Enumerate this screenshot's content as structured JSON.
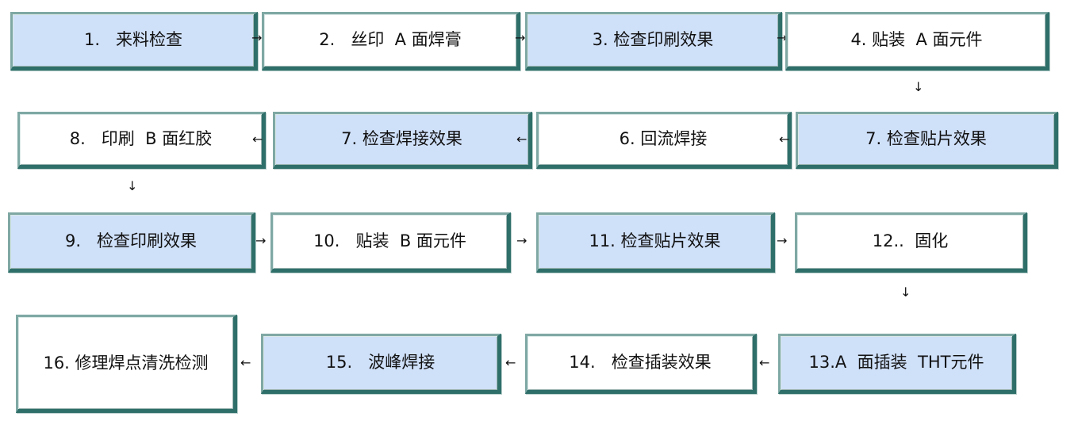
{
  "boxes": [
    {
      "id": "b1",
      "label": "1.   来料检查"
    },
    {
      "id": "b2",
      "label": "2.   丝印  A 面焊膏"
    },
    {
      "id": "b3",
      "label": "3. 检查印刷效果"
    },
    {
      "id": "b4",
      "label": "4. 贴装  A 面元件"
    },
    {
      "id": "b7a",
      "label": "7. 检查贴片效果"
    },
    {
      "id": "b6",
      "label": "6. 回流焊接"
    },
    {
      "id": "b7b",
      "label": "7. 检查焊接效果"
    },
    {
      "id": "b8",
      "label": "8.   印刷  B 面红胶"
    },
    {
      "id": "b9",
      "label": "9.   检查印刷效果"
    },
    {
      "id": "b10",
      "label": "10.   贴装  B 面元件"
    },
    {
      "id": "b11",
      "label": "11. 检查贴片效果"
    },
    {
      "id": "b12",
      "label": "12..  固化"
    },
    {
      "id": "b13",
      "label": "13.A  面插装  THT元件"
    },
    {
      "id": "b14",
      "label": "14.   检查插装效果"
    },
    {
      "id": "b15",
      "label": "15.   波峰焊接"
    },
    {
      "id": "b16",
      "label": "16. 修理焊点清洗检测"
    }
  ],
  "arrows": {
    "right": "→",
    "left": "←",
    "down": "↓"
  },
  "colors": {
    "highlight_fill": "#cfe0f9",
    "plain_fill": "#ffffff",
    "border": "#2f6f6a"
  }
}
